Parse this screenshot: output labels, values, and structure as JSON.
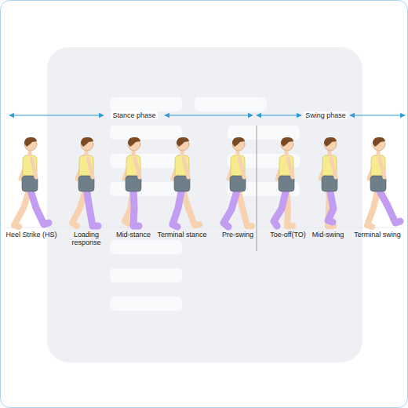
{
  "diagram": {
    "labels": [
      "Stance phase",
      "Swing phase",
      "Heel Strike (HS)",
      "Loading response",
      "Mid-stance",
      "Terminal stance",
      "Pre-swing",
      "Toe-off(TO)",
      "Mid-swing",
      "Terminal swing"
    ]
  }
}
